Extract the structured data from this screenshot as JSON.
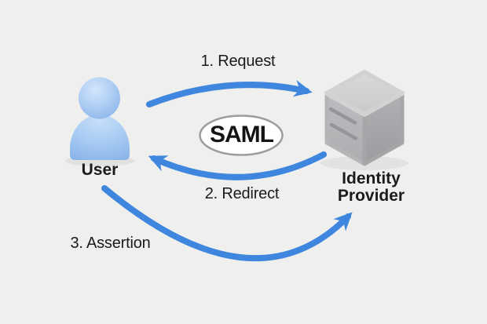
{
  "diagram": {
    "type": "flow-diagram",
    "topic": "SAML",
    "badge": {
      "label": "SAML",
      "fill": "#ffffff",
      "border_color": "#9c9c9c"
    },
    "nodes": [
      {
        "id": "user",
        "label": "User",
        "icon": "person-icon",
        "icon_color": "#a9ccf3"
      },
      {
        "id": "identity-provider",
        "label": "Identity Provider",
        "icon": "server-cube-icon",
        "icon_color": "#b5b5b8"
      }
    ],
    "steps": [
      {
        "order": "1",
        "label": "1. Request",
        "from": "User",
        "to": "Identity Provider"
      },
      {
        "order": "2",
        "label": "2. Redirect",
        "from": "Identity Provider",
        "to": "User"
      },
      {
        "order": "3",
        "label": "3. Assertion",
        "from": "User",
        "to": "Identity Provider"
      }
    ],
    "colors": {
      "background": "#efefee",
      "arrow": "#3e86de",
      "text": "#1b1b1d"
    }
  }
}
